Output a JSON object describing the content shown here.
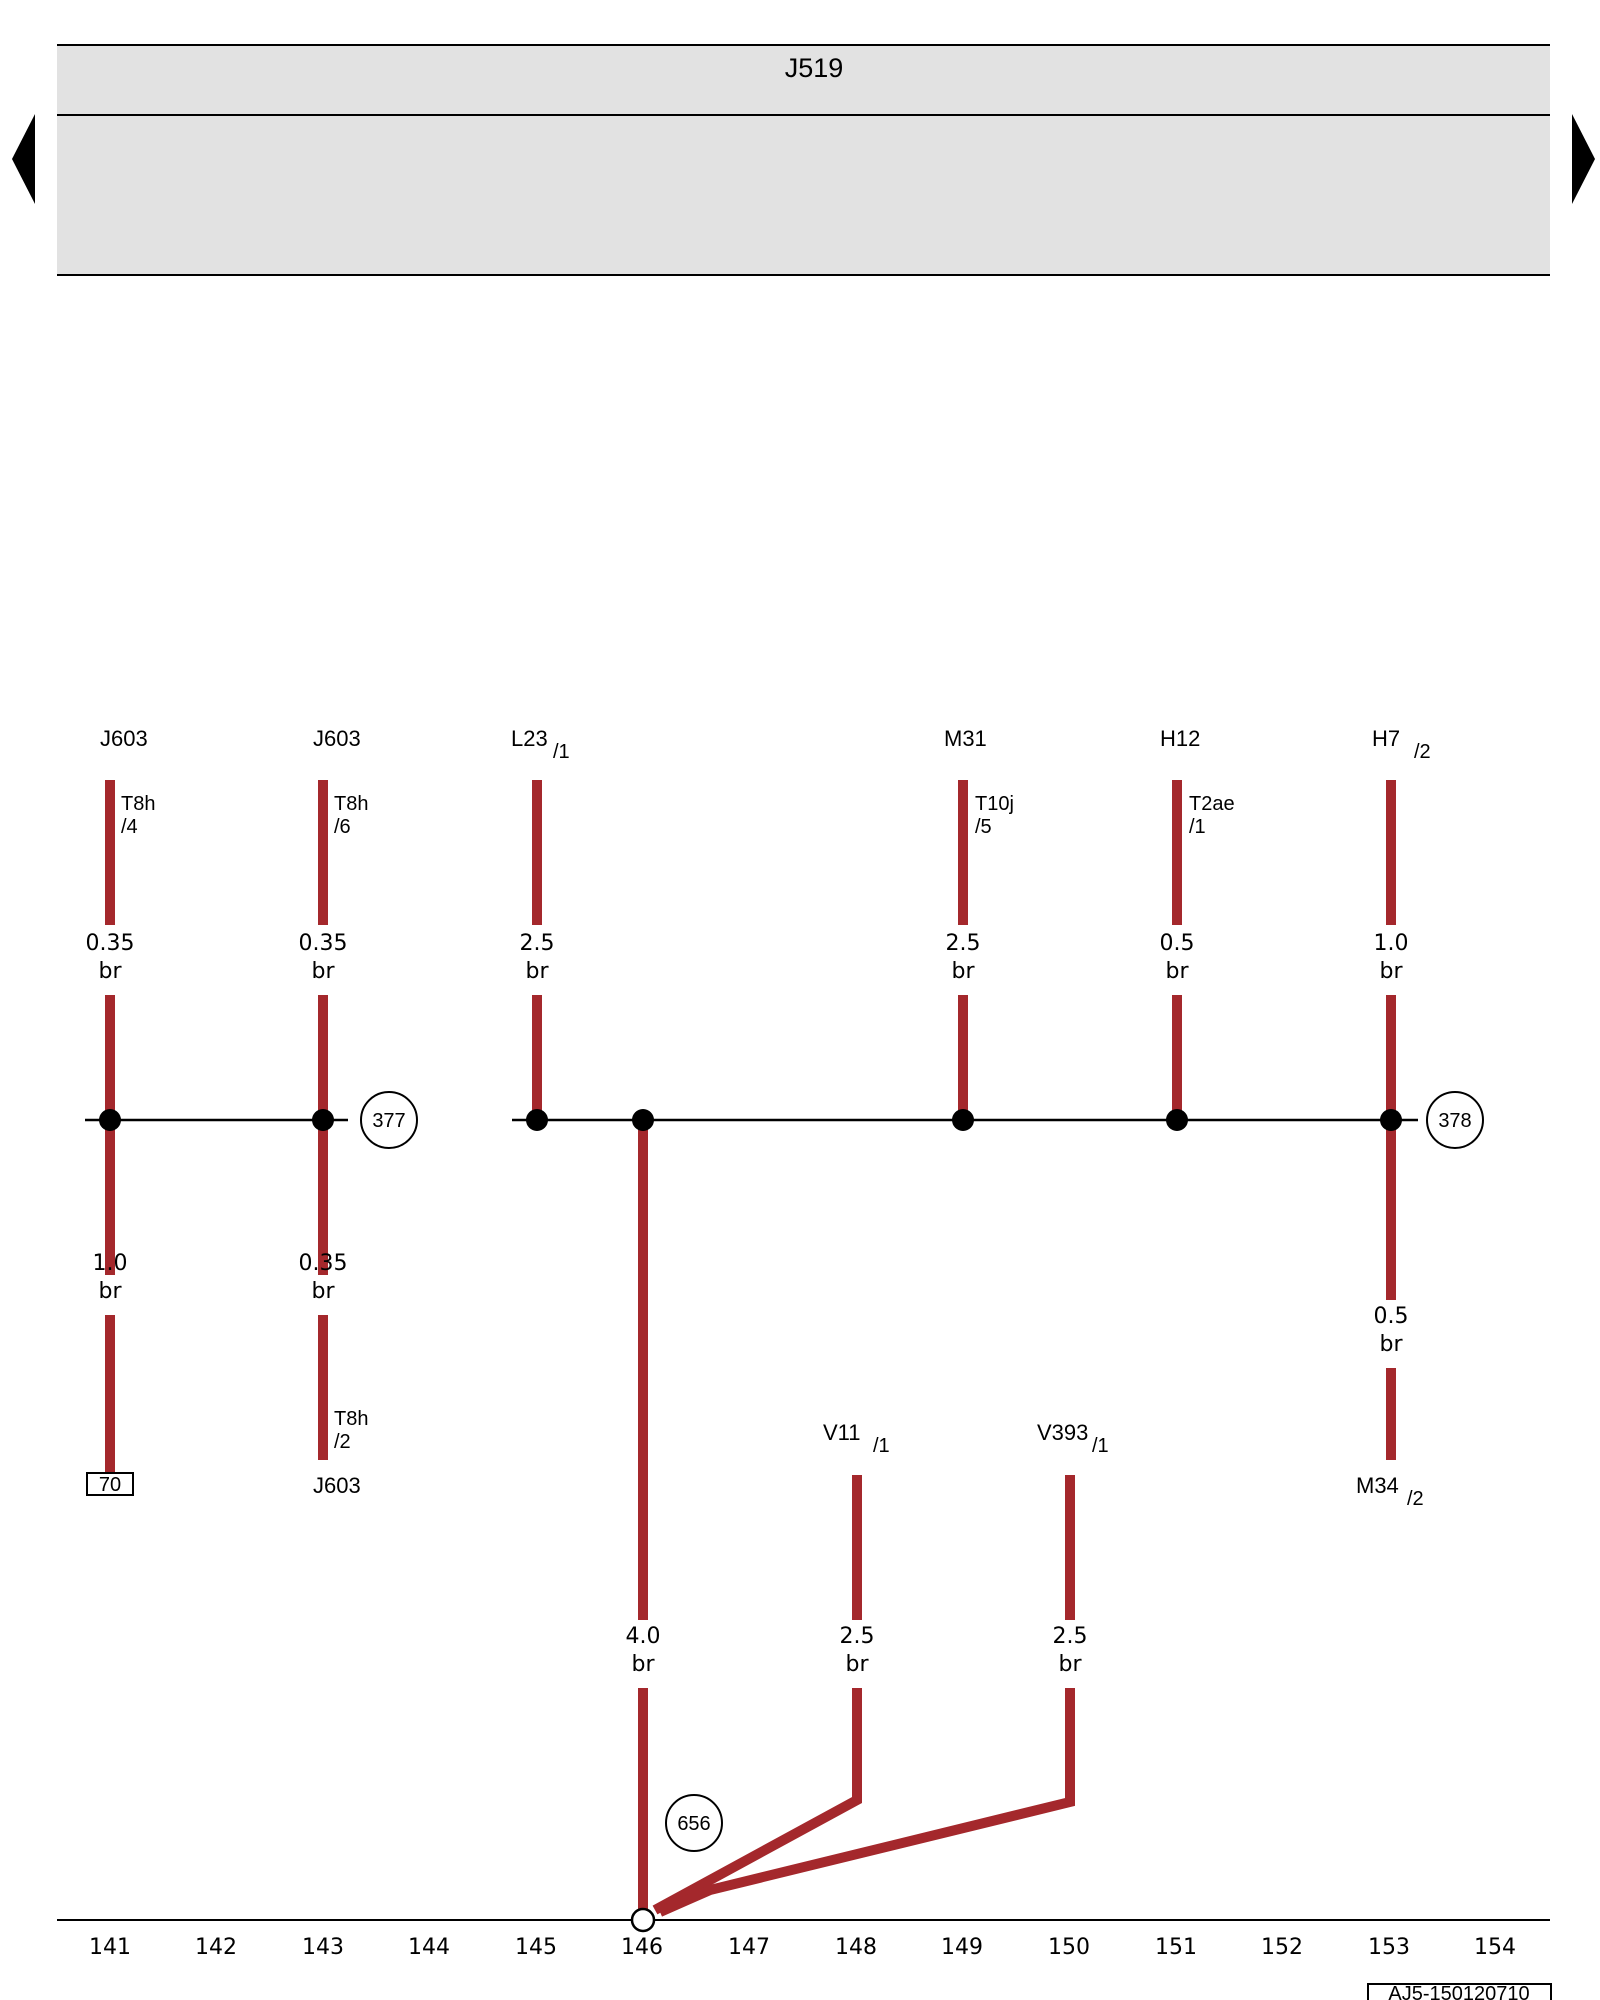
{
  "header": {
    "module_label": "J519"
  },
  "nav": {
    "prev_icon": "triangle-left-icon",
    "next_icon": "triangle-right-icon"
  },
  "colors": {
    "wire": "#a4282c",
    "panel": "#e2e2e2",
    "line": "#000000"
  },
  "components": {
    "j603_a": {
      "name": "J603",
      "connector": "T8h",
      "pin": "/4"
    },
    "j603_b": {
      "name": "J603",
      "connector": "T8h",
      "pin": "/6"
    },
    "l23": {
      "name": "L23",
      "pin": "/1"
    },
    "m31": {
      "name": "M31",
      "connector": "T10j",
      "pin": "/5"
    },
    "h12": {
      "name": "H12",
      "connector": "T2ae",
      "pin": "/1"
    },
    "h7": {
      "name": "H7",
      "pin": "/2"
    },
    "v11": {
      "name": "V11",
      "pin": "/1"
    },
    "v393": {
      "name": "V393",
      "pin": "/1"
    },
    "m34": {
      "name": "M34",
      "pin": "/2"
    },
    "j603_c": {
      "name": "J603",
      "connector": "T8h",
      "pin": "/2"
    }
  },
  "wires": [
    {
      "id": "w141_top",
      "size": "0.35",
      "color": "br"
    },
    {
      "id": "w143_top",
      "size": "0.35",
      "color": "br"
    },
    {
      "id": "w145_top",
      "size": "2.5",
      "color": "br"
    },
    {
      "id": "w149_top",
      "size": "2.5",
      "color": "br"
    },
    {
      "id": "w151_top",
      "size": "0.5",
      "color": "br"
    },
    {
      "id": "w153_top",
      "size": "1.0",
      "color": "br"
    },
    {
      "id": "w141_bot",
      "size": "1.0",
      "color": "br"
    },
    {
      "id": "w143_bot",
      "size": "0.35",
      "color": "br"
    },
    {
      "id": "w153_bot",
      "size": "0.5",
      "color": "br"
    },
    {
      "id": "w146_gnd",
      "size": "4.0",
      "color": "br"
    },
    {
      "id": "w148_gnd",
      "size": "2.5",
      "color": "br"
    },
    {
      "id": "w150_gnd",
      "size": "2.5",
      "color": "br"
    }
  ],
  "ground_points": {
    "gp377": "377",
    "gp378": "378",
    "gp656": "656"
  },
  "ref_box_70": "70",
  "columns": [
    "141",
    "142",
    "143",
    "144",
    "145",
    "146",
    "147",
    "148",
    "149",
    "150",
    "151",
    "152",
    "153",
    "154"
  ],
  "footer": {
    "diagram_code": "AJ5-150120710"
  }
}
